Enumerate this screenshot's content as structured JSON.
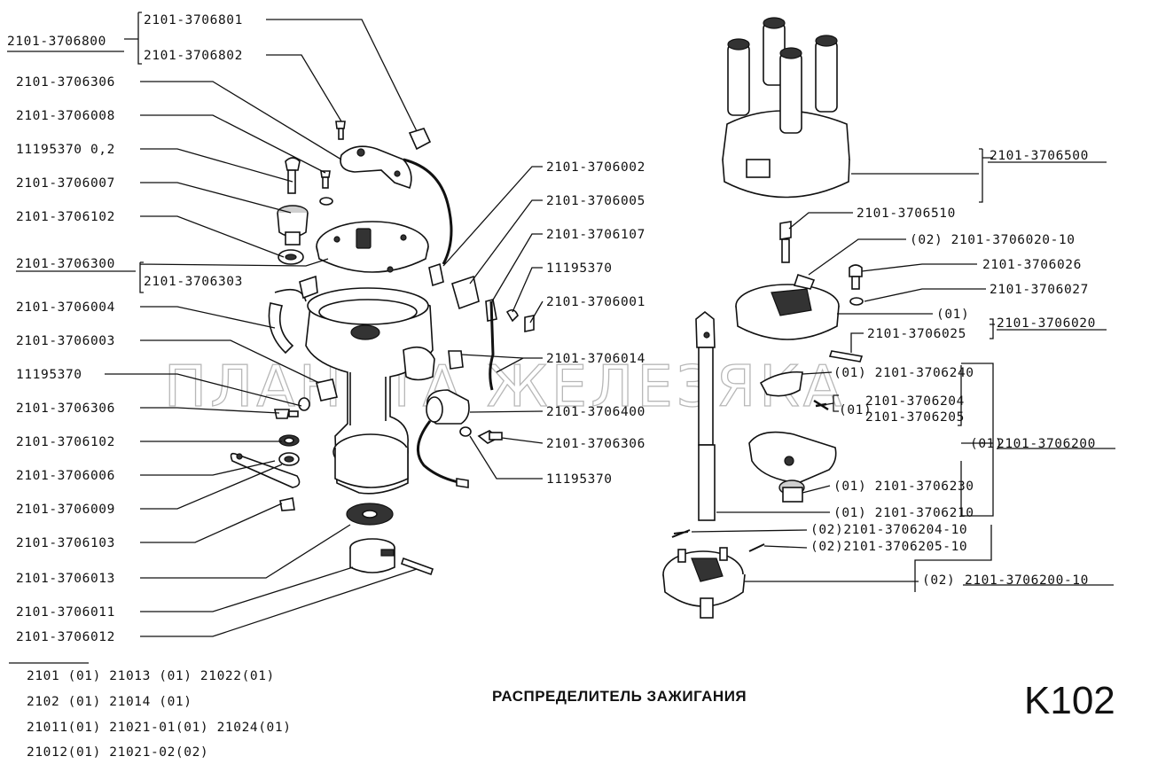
{
  "labels": {
    "l01": "2101-3706801",
    "l02": "2101-3706800",
    "l03": "2101-3706802",
    "l04": "2101-3706306",
    "l05": "2101-3706008",
    "l06": "11195370 0,2",
    "l07": "2101-3706007",
    "l08": "2101-3706102",
    "l09": "2101-3706300",
    "l10": "2101-3706303",
    "l11": "2101-3706004",
    "l12": "2101-3706003",
    "l13": "11195370",
    "l14": "2101-3706306",
    "l15": "2101-3706102",
    "l16": "2101-3706006",
    "l17": "2101-3706009",
    "l18": "2101-3706103",
    "l19": "2101-3706013",
    "l20": "2101-3706011",
    "l21": "2101-3706012",
    "m01": "2101-3706002",
    "m02": "2101-3706005",
    "m03": "2101-3706107",
    "m04": "11195370",
    "m05": "2101-3706001",
    "m06": "2101-3706014",
    "m07": "2101-3706400",
    "m08": "2101-3706306",
    "m09": "11195370",
    "r01": "2101-3706500",
    "r02": "2101-3706510",
    "r03": "(02) 2101-3706020-10",
    "r04": "2101-3706026",
    "r05": "2101-3706027",
    "r06": "(01)",
    "r07": "2101-3706020",
    "r08": "2101-3706025",
    "r09": "(01) 2101-3706240",
    "r10": "(01)",
    "r11": "2101-3706204",
    "r12": "2101-3706205",
    "r13": "(01)",
    "r14": "2101-3706200",
    "r15": "(01) 2101-3706230",
    "r16": "(01) 2101-3706210",
    "r17": "(02)2101-3706204-10",
    "r18": "(02)2101-3706205-10",
    "r19": "(02)",
    "r20": "2101-3706200-10"
  },
  "applicability": [
    "2101 (01) 21013 (01) 21022(01)",
    "2102 (01) 21014 (01)",
    "21011(01) 21021-01(01) 21024(01)",
    "21012(01) 21021-02(02)"
  ],
  "title": "РАСПРЕДЕЛИТЕЛЬ ЗАЖИГАНИЯ",
  "page_code": "K102",
  "watermark": "ПЛАНЕТА ЖЕЛЕЗЯКА"
}
